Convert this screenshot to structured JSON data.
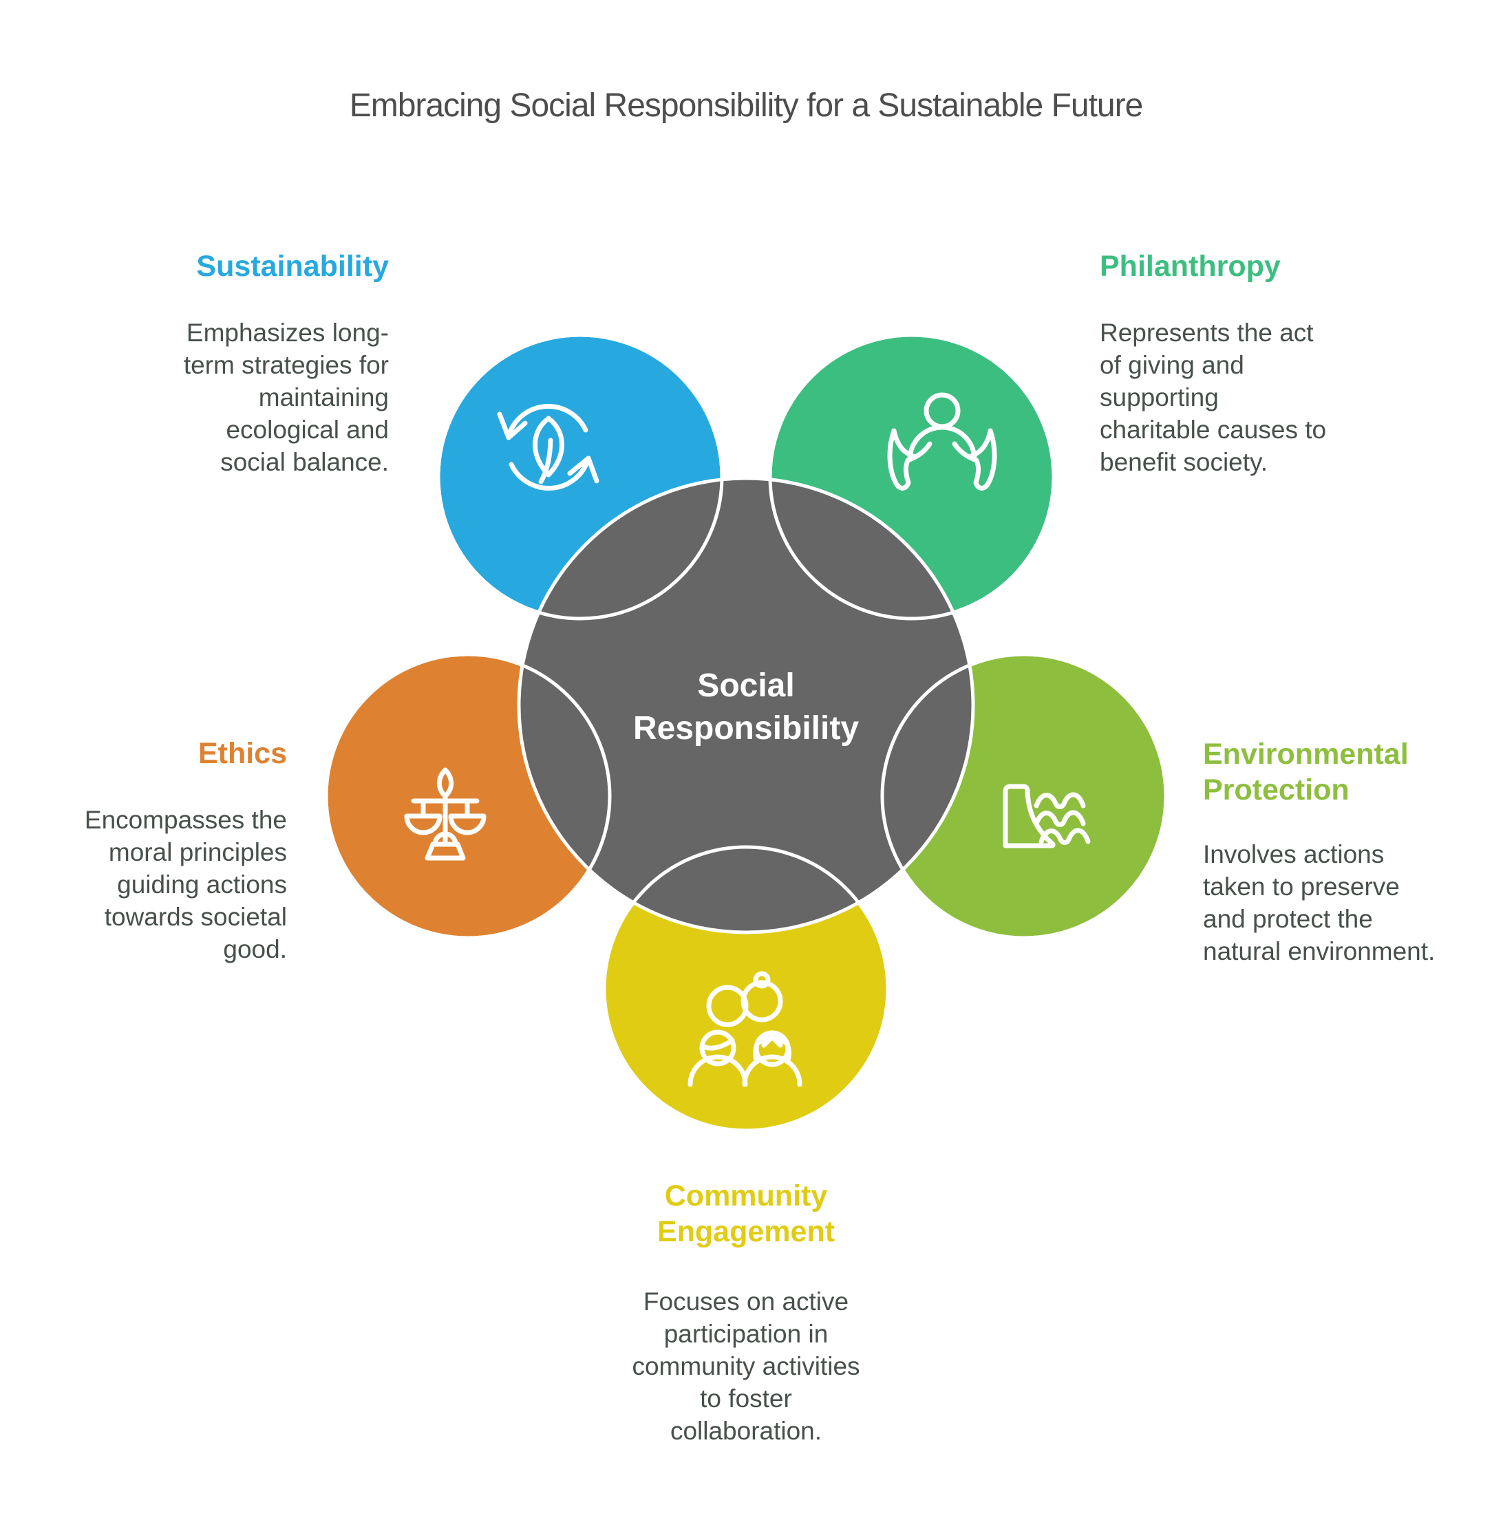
{
  "title": "Embracing Social Responsibility for a Sustainable Future",
  "center": {
    "label": "Social\nResponsibility"
  },
  "sections": {
    "sustainability": {
      "title": "Sustainability",
      "description": "Emphasizes long-\nterm strategies for\nmaintaining\necological and\nsocial balance.",
      "icon": "leaf-cycle-icon"
    },
    "philanthropy": {
      "title": "Philanthropy",
      "description": "Represents the act\nof giving and\nsupporting\ncharitable causes to\nbenefit society.",
      "icon": "giving-hands-icon"
    },
    "ethics": {
      "title": "Ethics",
      "description": "Encompasses the\nmoral principles\nguiding actions\ntowards societal\ngood.",
      "icon": "balance-scales-icon"
    },
    "environmental": {
      "title": "Environmental\nProtection",
      "description": "Involves actions\ntaken to preserve\nand protect the\nnatural environment.",
      "icon": "dam-water-icon"
    },
    "community": {
      "title": "Community\nEngagement",
      "description": "Focuses on active\nparticipation in\ncommunity activities\nto foster\ncollaboration.",
      "icon": "people-rings-icon"
    }
  },
  "colors": {
    "blue": "#27A9DF",
    "green": "#3CBE80",
    "orange": "#DE8231",
    "lime": "#8EBE3D",
    "yellow": "#E0CC12",
    "gray-circle": "#666666",
    "title-text": "#4D4D4D",
    "body-text": "#47504A"
  }
}
